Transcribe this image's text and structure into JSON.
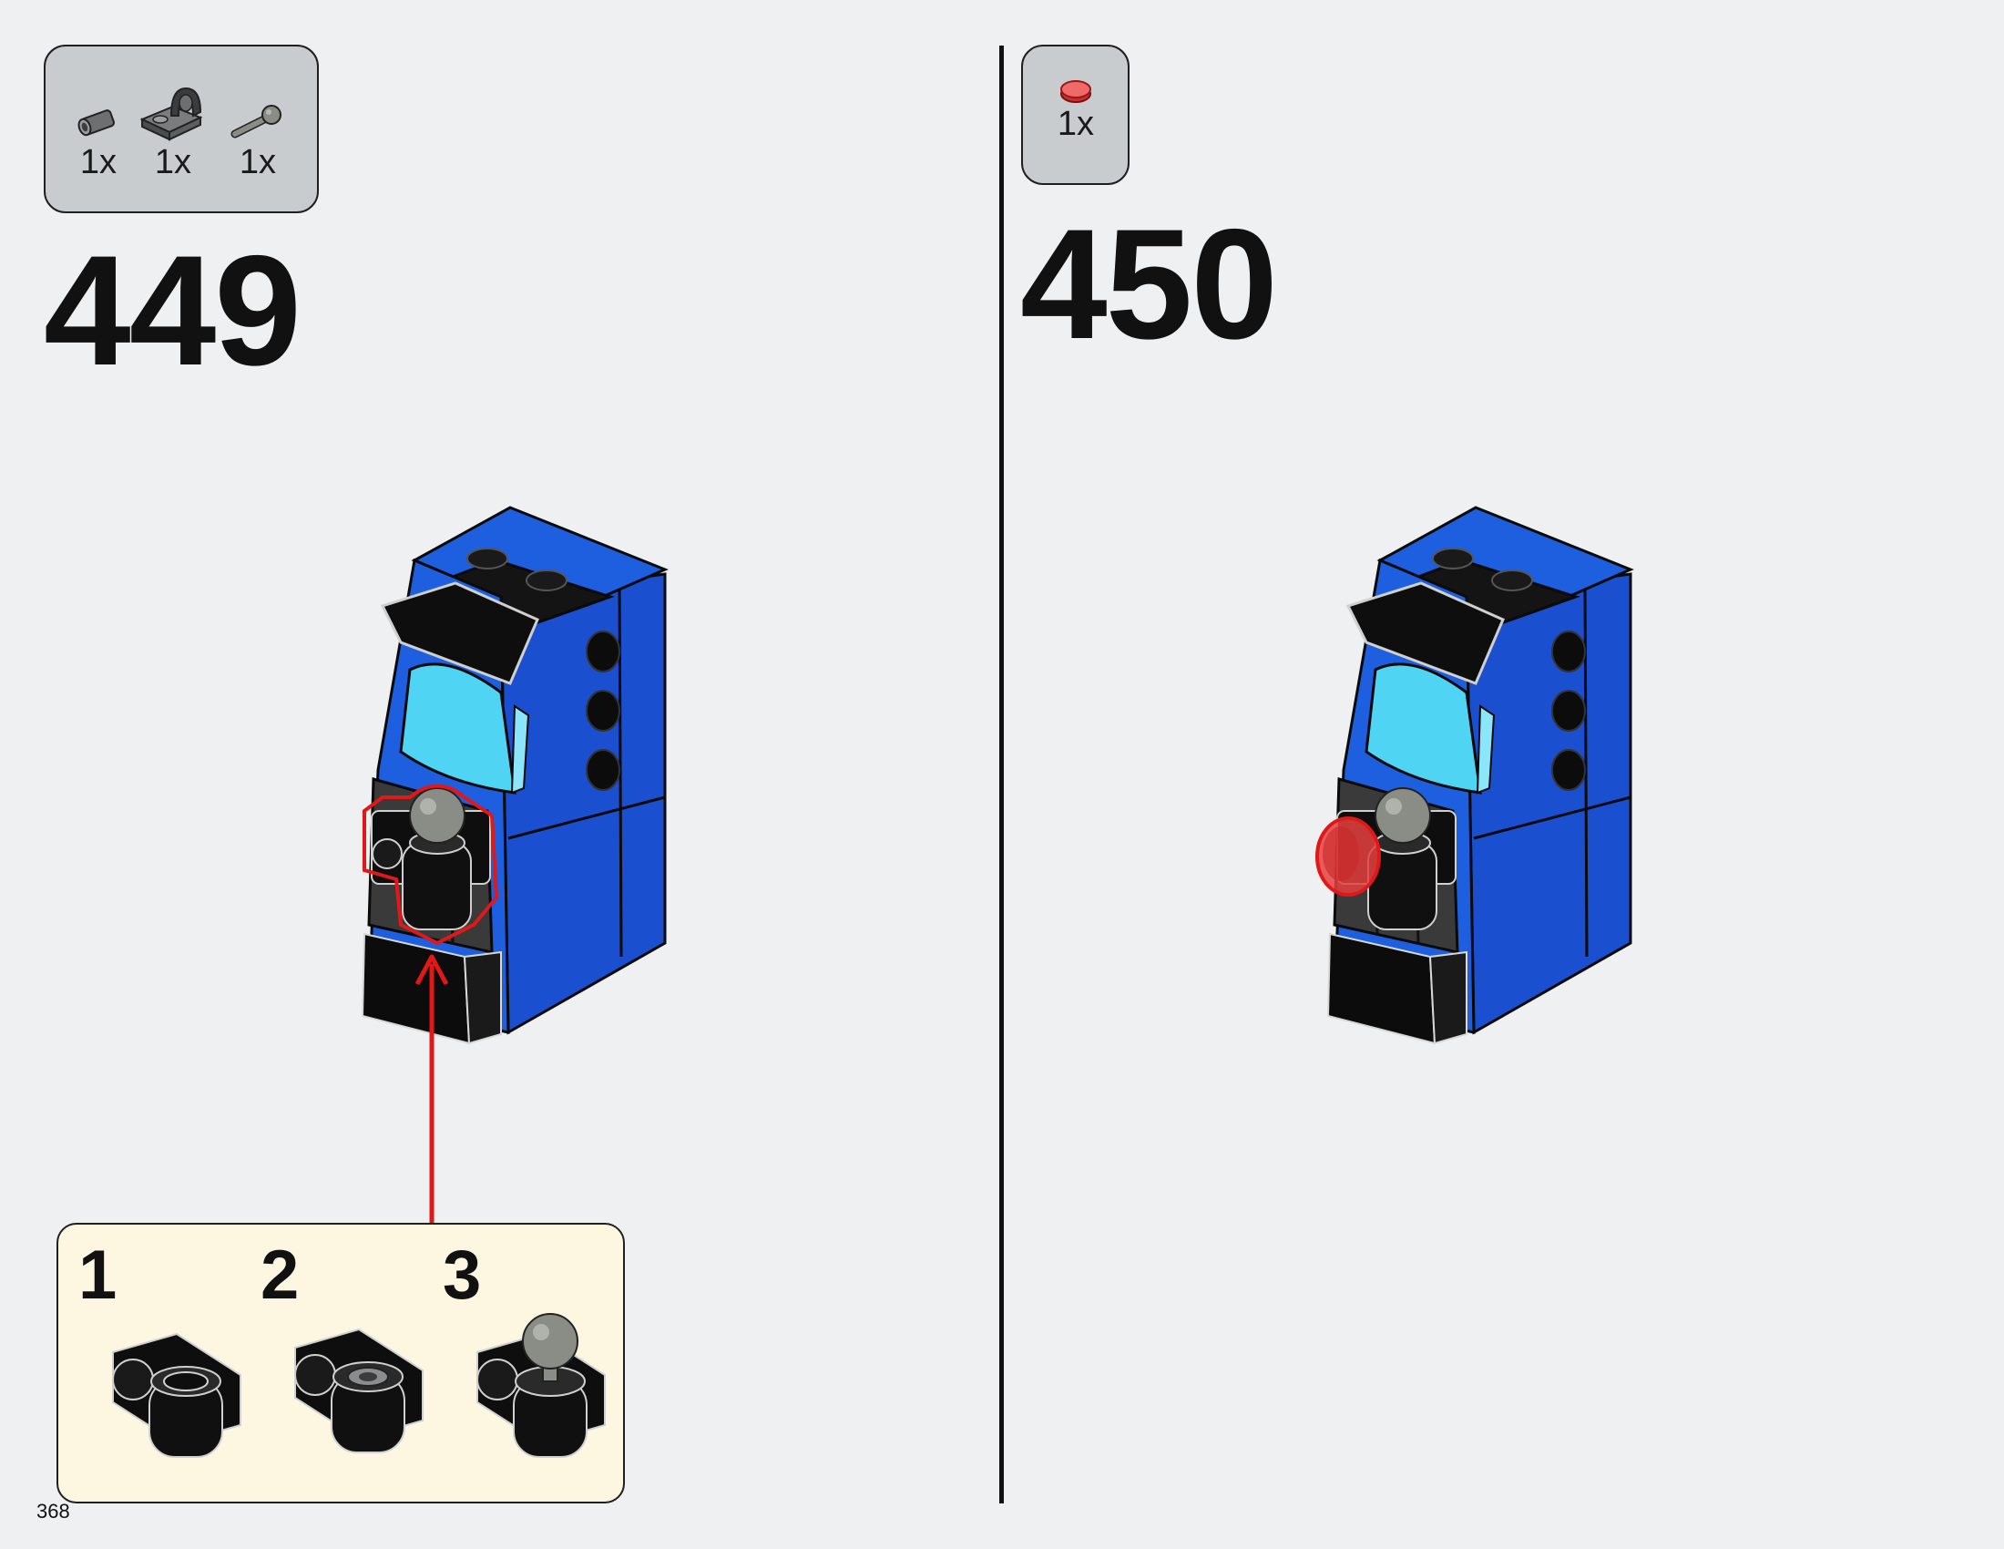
{
  "steps": [
    {
      "number": "449",
      "parts": [
        {
          "icon": "bar-holder-icon",
          "qty": "1x"
        },
        {
          "icon": "clip-plate-icon",
          "qty": "1x"
        },
        {
          "icon": "joystick-icon",
          "qty": "1x"
        }
      ]
    },
    {
      "number": "450",
      "parts": [
        {
          "icon": "trans-red-round-tile-icon",
          "qty": "1x"
        }
      ]
    }
  ],
  "subassembly": {
    "steps": [
      "1",
      "2",
      "3"
    ]
  },
  "page": {
    "number": "368"
  },
  "colors": {
    "background": "#eef0f1",
    "parts_box": "#c9ccce",
    "callout_box": "#fdf7e1",
    "brick_blue": "#1e5fe0",
    "screen_cyan": "#4fd4f4",
    "highlight_red": "#e01818",
    "trans_red": "#e84040"
  }
}
